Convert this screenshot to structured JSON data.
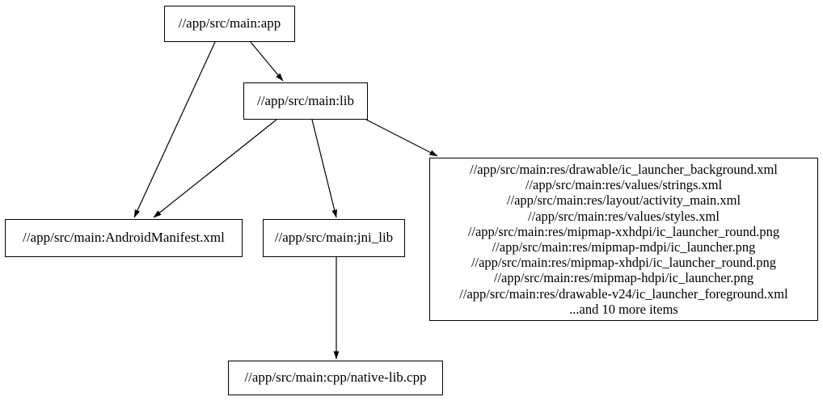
{
  "diagram": {
    "kind": "build-dependency-graph",
    "background_color": "#ffffff",
    "node_fill_color": "#ffffff",
    "node_border_color": "#000000",
    "edge_color": "#000000",
    "text_color": "#000000"
  },
  "nodes": {
    "app": {
      "label": "//app/src/main:app"
    },
    "lib": {
      "label": "//app/src/main:lib"
    },
    "manifest": {
      "label": "//app/src/main:AndroidManifest.xml"
    },
    "jni_lib": {
      "label": "//app/src/main:jni_lib"
    },
    "res": {
      "lines": [
        "//app/src/main:res/drawable/ic_launcher_background.xml",
        "//app/src/main:res/values/strings.xml",
        "//app/src/main:res/layout/activity_main.xml",
        "//app/src/main:res/values/styles.xml",
        "//app/src/main:res/mipmap-xxhdpi/ic_launcher_round.png",
        "//app/src/main:res/mipmap-mdpi/ic_launcher.png",
        "//app/src/main:res/mipmap-xhdpi/ic_launcher_round.png",
        "//app/src/main:res/mipmap-hdpi/ic_launcher.png",
        "//app/src/main:res/drawable-v24/ic_launcher_foreground.xml",
        "...and 10 more items"
      ]
    },
    "native": {
      "label": "//app/src/main:cpp/native-lib.cpp"
    }
  },
  "edges": [
    {
      "from": "//app/src/main:app",
      "to": "//app/src/main:lib"
    },
    {
      "from": "//app/src/main:app",
      "to": "//app/src/main:AndroidManifest.xml"
    },
    {
      "from": "//app/src/main:lib",
      "to": "//app/src/main:AndroidManifest.xml"
    },
    {
      "from": "//app/src/main:lib",
      "to": "//app/src/main:jni_lib"
    },
    {
      "from": "//app/src/main:lib",
      "to": "//app/src/main:res (file group)"
    },
    {
      "from": "//app/src/main:jni_lib",
      "to": "//app/src/main:cpp/native-lib.cpp"
    }
  ]
}
